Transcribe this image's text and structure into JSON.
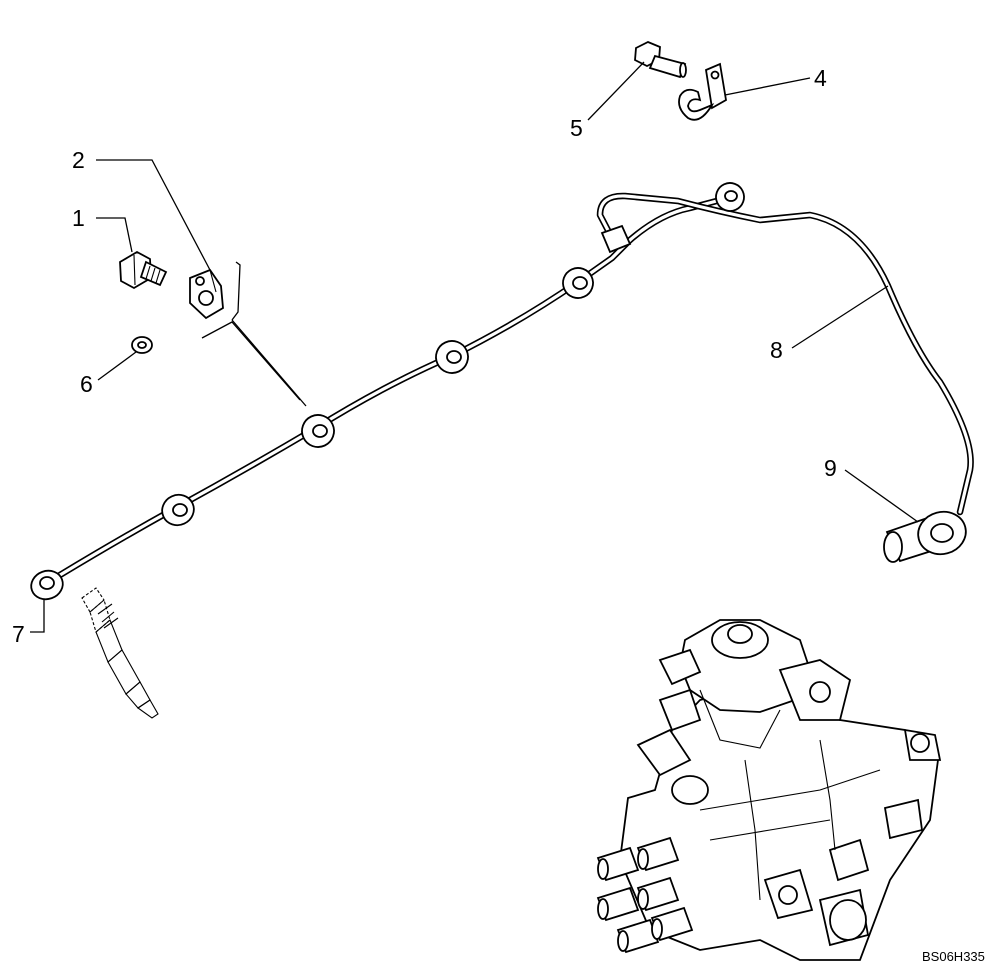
{
  "callouts": {
    "c1": "1",
    "c2": "2",
    "c4": "4",
    "c5": "5",
    "c6": "6",
    "c7": "7",
    "c8": "8",
    "c9": "9"
  },
  "reference_code": "BS06H335"
}
